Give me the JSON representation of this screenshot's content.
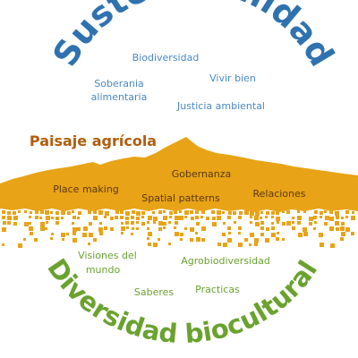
{
  "diagram": {
    "top_arc_title": "Sustentabilidad",
    "bottom_arc_title": "Diversidad biocultural",
    "landscape_title": "Paisaje agrícola",
    "sustainability_terms": {
      "biodiversidad": "Biodiversidad",
      "soberania_line1": "Soberania",
      "soberania_line2": "alimentaria",
      "vivir_bien": "Vivir bien",
      "justicia": "Justicia ambiental"
    },
    "landscape_terms": {
      "gobernanza": "Gobernanza",
      "place_making": "Place making",
      "spatial_patterns": "Spatial patterns",
      "relaciones": "Relaciones"
    },
    "biocultural_terms": {
      "visiones_line1": "Visiones del",
      "visiones_line2": "mundo",
      "agrobiodiversidad": "Agrobiodiversidad",
      "saberes": "Saberes",
      "practicas": "Practicas"
    },
    "colors": {
      "sustainability": "#2f72b0",
      "sustainability_terms": "#4a88c2",
      "biocultural": "#6aa22f",
      "landscape": "#e8a317",
      "landscape_title": "#b25d0c",
      "landscape_terms": "#5a3a12"
    }
  }
}
